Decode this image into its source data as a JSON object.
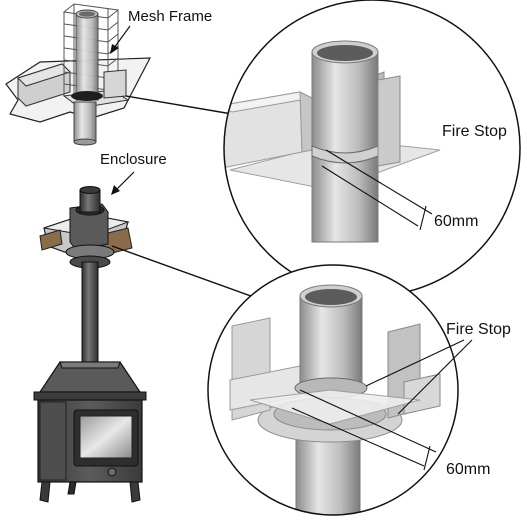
{
  "labels": {
    "mesh_frame": "Mesh Frame",
    "enclosure": "Enclosure",
    "fire_stop_top": "Fire Stop",
    "dim_top": "60mm",
    "fire_stop_bottom": "Fire Stop",
    "dim_bottom": "60mm"
  },
  "colors": {
    "steel_light": "#d9d9d9",
    "steel_mid": "#a9a9a9",
    "steel_dark": "#6e6e6e",
    "stove_body": "#4a4a4a",
    "timber": "#8a6b4a",
    "line": "#111111"
  }
}
